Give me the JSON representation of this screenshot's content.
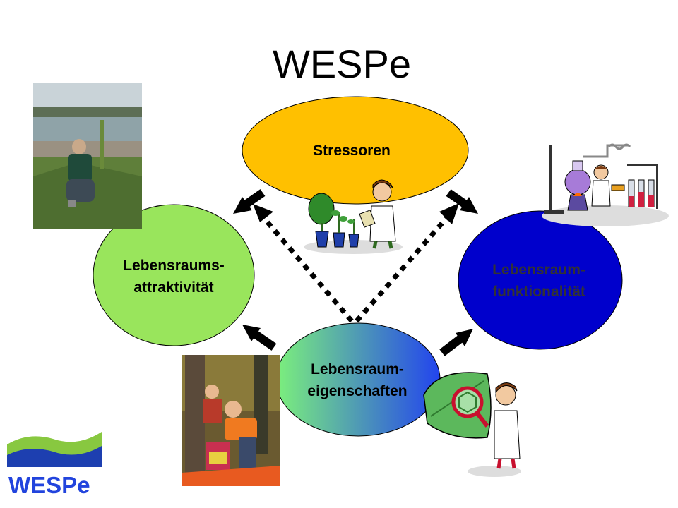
{
  "title": "WESPe",
  "nodes": {
    "stressoren": {
      "label": "Stressoren",
      "fill": "#FFC000",
      "text_color": "#000000"
    },
    "attraktivitaet": {
      "line1": "Lebensraums-",
      "line2": "attraktivität",
      "fill": "#99E55C",
      "text_color": "#000000"
    },
    "funktionalitaet": {
      "line1": "Lebensraum-",
      "line2": "funktionalität",
      "fill": "#0000CC",
      "text_color": "#333333"
    },
    "eigenschaften": {
      "line1": "Lebensraum-",
      "line2": "eigenschaften",
      "gradient_from": "#7CF07C",
      "gradient_to": "#2244EE",
      "text_color": "#000000"
    }
  },
  "logo": {
    "w_e": "WE",
    "s_p_e": "SPe",
    "wordmark_color": "#2244DD",
    "accent_color": "#99CC33"
  },
  "colors": {
    "arrow": "#000000",
    "wave_green": "#88C840",
    "wave_blue": "#1D3FB0"
  }
}
